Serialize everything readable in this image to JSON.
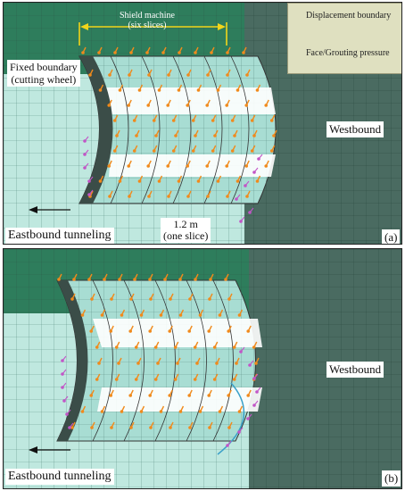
{
  "panel_a": {
    "shield_label": "Shield machine",
    "shield_sublabel": "(six slices)",
    "fixed_boundary_line1": "Fixed boundary",
    "fixed_boundary_line2": "(cutting wheel)",
    "westbound": "Westbound",
    "eastbound": "Eastbound tunneling",
    "slice_line1": "1.2 m",
    "slice_line2": "(one slice)",
    "panel_tag": "(a)"
  },
  "panel_b": {
    "westbound": "Westbound",
    "eastbound": "Eastbound tunneling",
    "panel_tag": "(b)"
  },
  "legend": {
    "displacement": "Displacement boundary",
    "face_pressure": "Face/Grouting pressure"
  },
  "colors": {
    "soil_top": "#2e7d5c",
    "soil_dark": "#4a6b61",
    "soil_light": "#bfe8df",
    "tunnel_face": "#ffffff",
    "lining": "#a8ddd3",
    "displacement_arrow": "#f08a1c",
    "pressure_arrow": "#c255c7",
    "dimension_arrow": "#f2d51a"
  },
  "icons": [
    "displacement-arrow-icon",
    "pressure-arrow-icon",
    "direction-arrow-icon"
  ]
}
